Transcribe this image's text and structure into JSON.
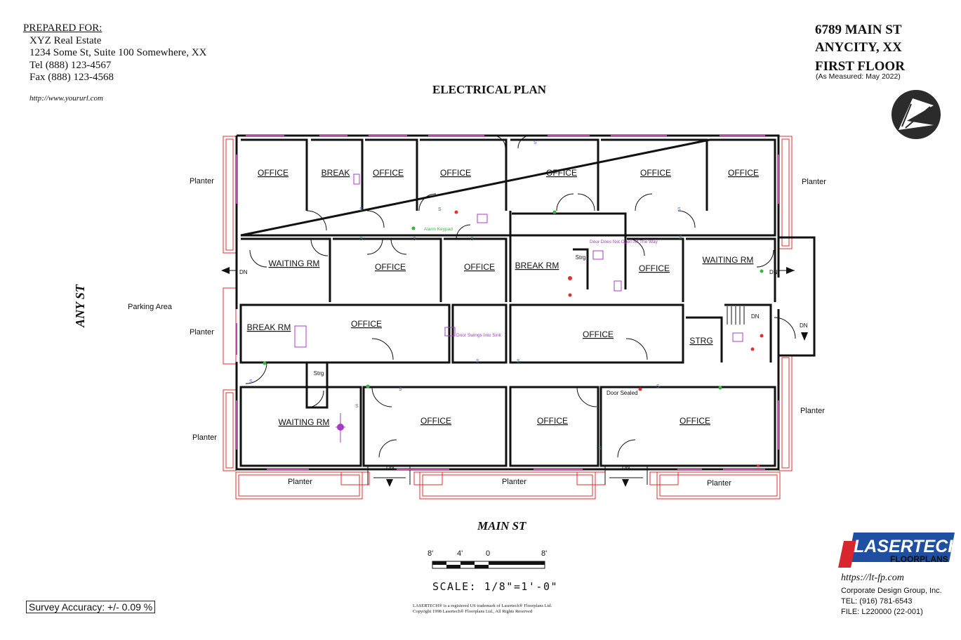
{
  "header": {
    "prepared_for_title": "PREPARED FOR:",
    "company": "XYZ Real Estate",
    "street": "1234 Some St, Suite 100  Somewhere, XX",
    "tel": "Tel  (888) 123-4567",
    "fax": "Fax (888) 123-4568",
    "url": "http://www.yoururl.com",
    "address_line1": "6789 MAIN ST",
    "address_line2": "ANYCITY, XX",
    "floor": "FIRST FLOOR",
    "measured": "(As Measured:  May 2022)",
    "plan_title": "ELECTRICAL PLAN"
  },
  "streets": {
    "left": "ANY ST",
    "bottom": "MAIN ST"
  },
  "exterior_labels": {
    "planter": "Planter",
    "parking": "Parking Area",
    "down": "DN"
  },
  "rooms": {
    "office": "OFFICE",
    "break": "BREAK",
    "break_rm": "BREAK RM",
    "waiting_rm": "WAITING RM",
    "strg": "STRG",
    "strg_small": "Strg"
  },
  "notes": {
    "alarm_keypad": "Alarm Keypad",
    "door_not_open": "Door Does Not Open All The Way",
    "door_swings": "Door Swings Into Sink",
    "door_sealed": "Door Sealed"
  },
  "scale": {
    "ticks": [
      "8'",
      "4'",
      "0",
      "8'"
    ],
    "text": "SCALE: 1/8\"=1'-0\""
  },
  "survey_accuracy": "Survey Accuracy:  +/-  0.09 %",
  "trademark": {
    "line1": "LASERTECH® is a registered US trademark of Lasertech® Floorplans Ltd.",
    "line2": "Copyright 1998 Lasertech® Floorplans Ltd., All Rights Reserved"
  },
  "logo": {
    "brand_top": "LASERTECH",
    "brand_bottom": "FLOORPLANS",
    "brand_color": "#1e4fa0",
    "accent_color": "#d8262e"
  },
  "footer": {
    "url": "https://lt-fp.com",
    "company": "Corporate Design Group, Inc.",
    "tel": "TEL:   (916) 781-6543",
    "file": "FILE:  L220000 (22-001)"
  }
}
